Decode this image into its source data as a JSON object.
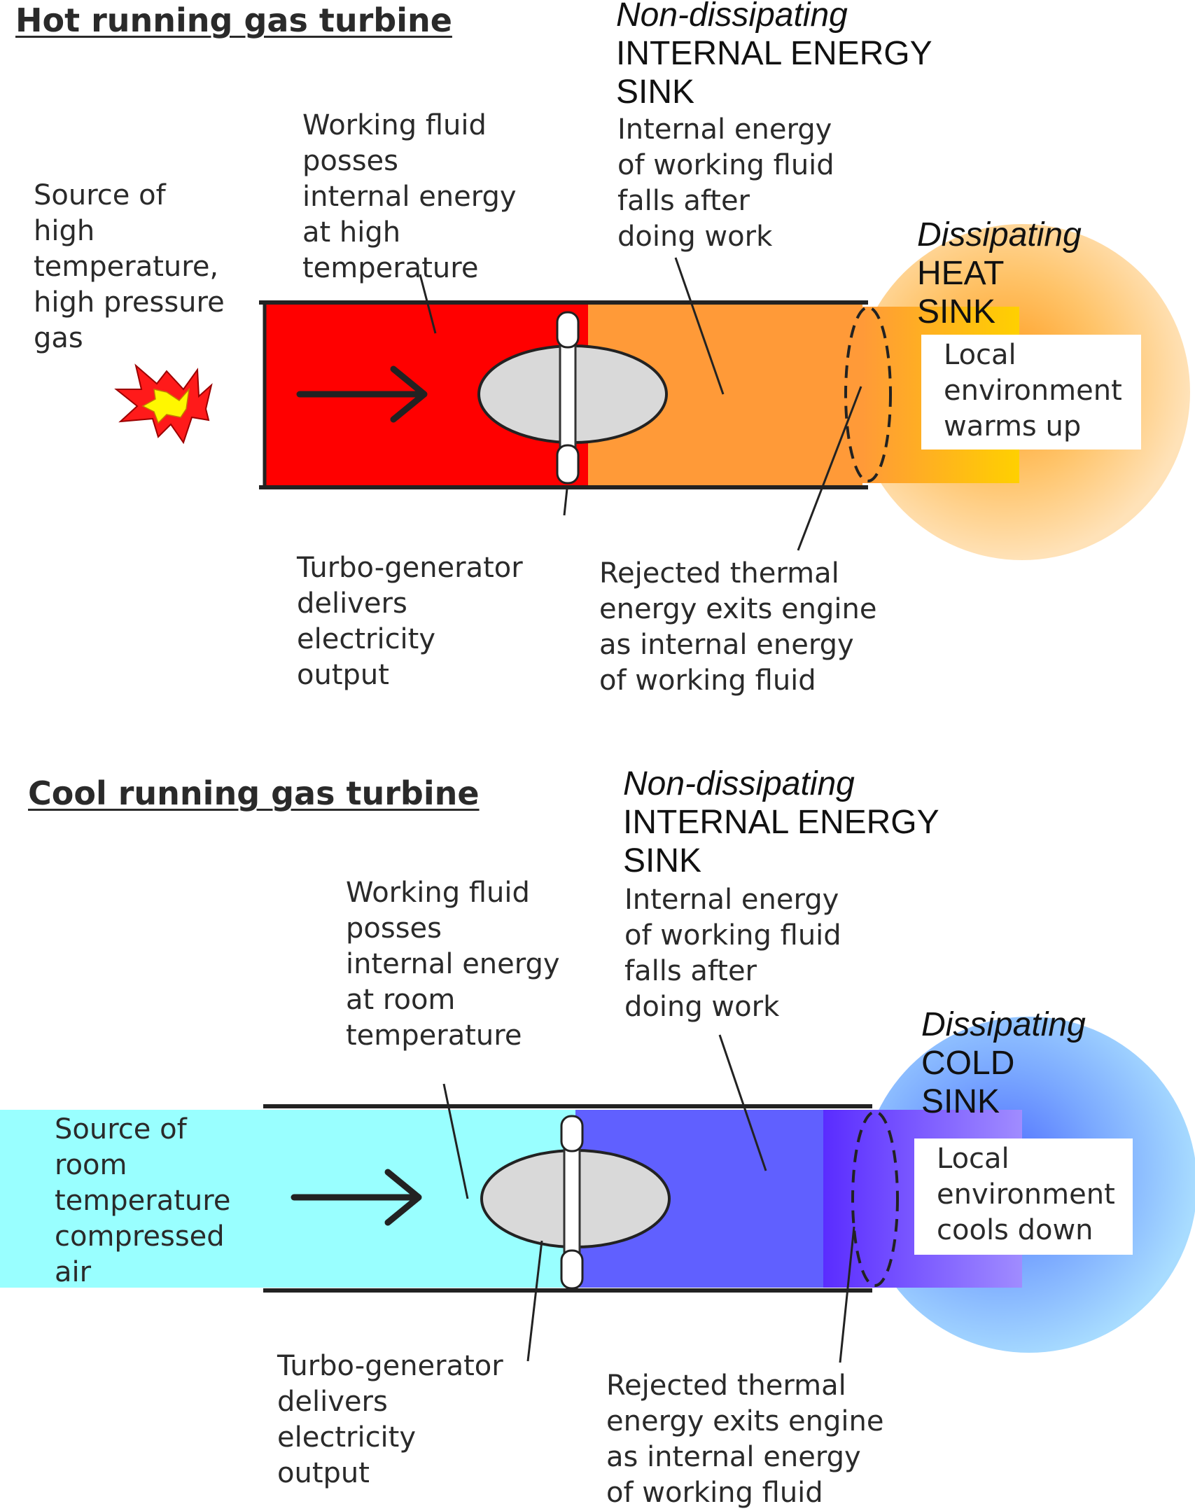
{
  "colors": {
    "hot_inlet": "#ff0000",
    "hot_outlet": "#ff9a38",
    "heat_sink_glow": "#ffd6a0",
    "cool_inlet": "#99ffff",
    "cool_outlet": "#6060ff",
    "cold_sink_glow": "#8fc8ff",
    "turbine_rotor": "#d9d9d9",
    "outline": "#222222"
  },
  "hot": {
    "heading": "Hot running gas turbine",
    "source_label": "Source of\nhigh\ntemperature,\nhigh pressure\ngas",
    "source_icon": "explosion-icon",
    "working_fluid_label": "Working fluid\nposses\ninternal energy\nat high\ntemperature",
    "internal_sink_title_italic": "Non-dissipating",
    "internal_sink_title": "INTERNAL ENERGY\nSINK",
    "internal_energy_falls_label": "Internal energy\nof working fluid\nfalls after\ndoing work",
    "dissipating_italic": "Dissipating",
    "dissipating_title": "HEAT\nSINK",
    "environment_box": "Local\nenvironment\nwarms up",
    "turbo_label": "Turbo-generator\ndelivers\nelectricity\noutput",
    "rejected_label": "Rejected thermal\nenergy exits engine\nas internal energy\nof working fluid"
  },
  "cool": {
    "heading": "Cool running gas turbine",
    "source_label": "Source of\nroom\ntemperature\ncompressed\nair",
    "working_fluid_label": "Working fluid\nposses\ninternal energy\nat room\ntemperature",
    "internal_sink_title_italic": "Non-dissipating",
    "internal_sink_title": "INTERNAL ENERGY\nSINK",
    "internal_energy_falls_label": "Internal energy\nof working fluid\nfalls after\ndoing work",
    "dissipating_italic": "Dissipating",
    "dissipating_title": "COLD\nSINK",
    "environment_box": "Local\nenvironment\ncools down",
    "turbo_label": "Turbo-generator\ndelivers\nelectricity\noutput",
    "rejected_label": "Rejected thermal\nenergy exits engine\nas internal energy\nof working fluid"
  }
}
